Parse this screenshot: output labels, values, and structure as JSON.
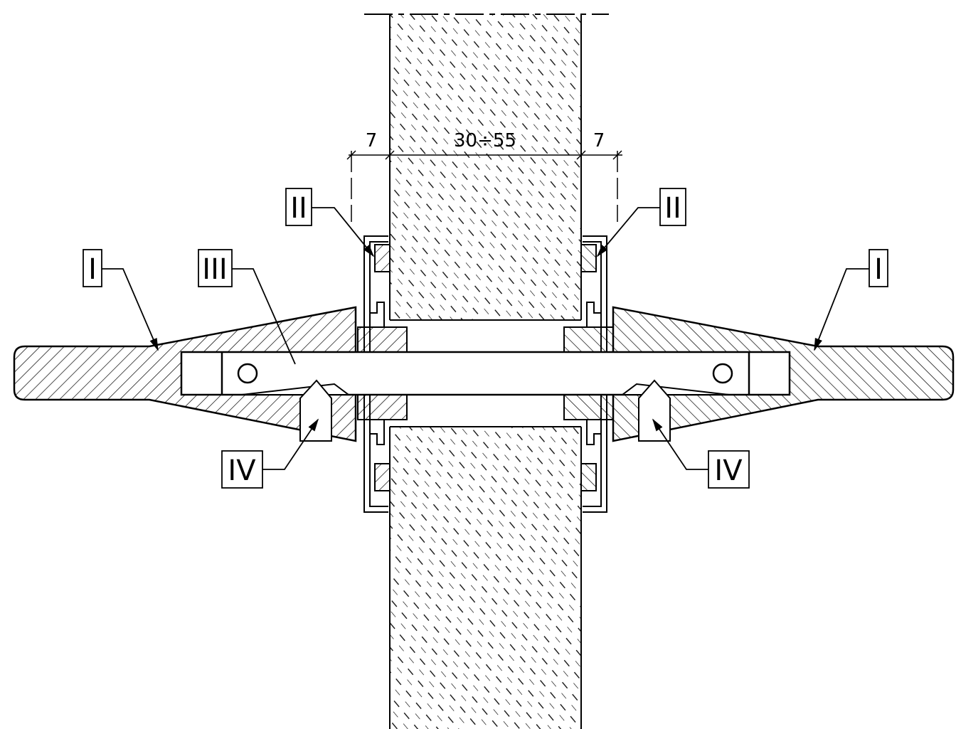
{
  "dimensions": {
    "left_gap": "7",
    "glass_thickness": "30÷55",
    "right_gap": "7"
  },
  "callouts": {
    "handle_left": "I",
    "handle_right": "I",
    "frame_left": "II",
    "frame_right": "II",
    "spindle": "III",
    "screw_left": "IV",
    "screw_right": "IV"
  },
  "colors": {
    "line": "#000000",
    "background": "#ffffff"
  }
}
